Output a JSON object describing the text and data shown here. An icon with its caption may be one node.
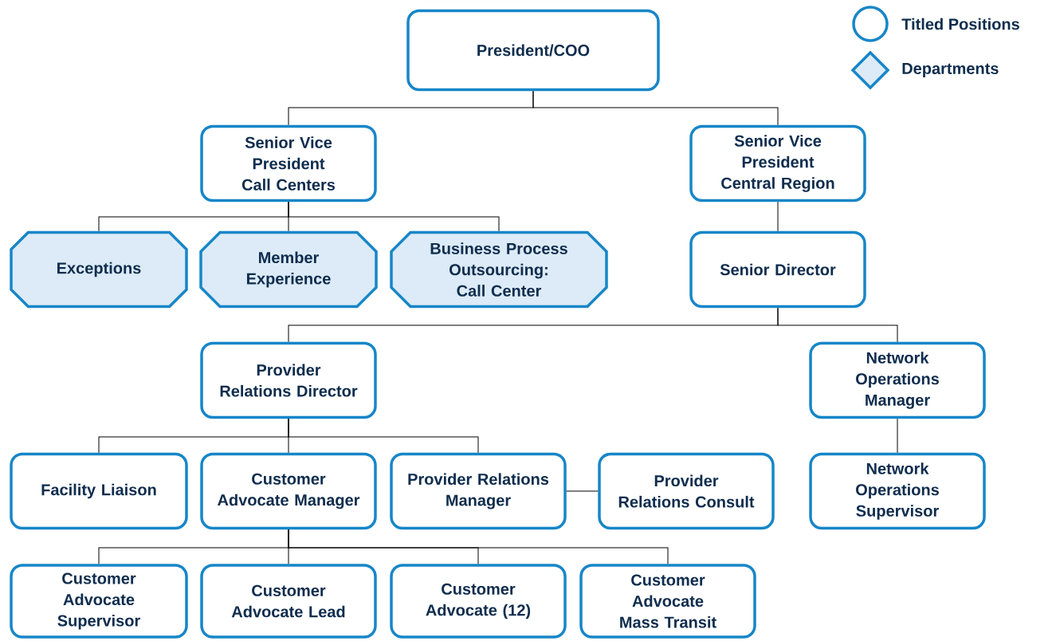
{
  "diagram": {
    "nodes": [
      {
        "text": [
          "President/COO"
        ]
      },
      {
        "text": [
          "Senior Vice President Call Centers"
        ]
      },
      {
        "text": [
          "Senior Vice President Central Region"
        ]
      },
      {
        "text": [
          "Exceptions"
        ]
      },
      {
        "text": [
          "Member Experience"
        ]
      },
      {
        "text": [
          "Business Process Outsourcing: Call Center"
        ]
      },
      {
        "text": [
          "Senior Director"
        ]
      },
      {
        "text": [
          "Provider Relations Director"
        ]
      },
      {
        "text": [
          "Network Operations Manager"
        ]
      },
      {
        "text": [
          "Facility Liaison"
        ]
      },
      {
        "text": [
          "Customer Advocate Manager"
        ]
      },
      {
        "text": [
          "Provider Relations Manager"
        ]
      },
      {
        "text": [
          "Provider Relations Consult"
        ]
      },
      {
        "text": [
          "Network Operations Supervisor"
        ]
      },
      {
        "text": [
          "Customer Advocate Supervisor"
        ]
      },
      {
        "text": [
          "Customer Advocate Lead"
        ]
      },
      {
        "text": [
          "Customer Advocate (12)"
        ]
      },
      {
        "text": [
          "Customer Advocate Mass Transit"
        ]
      }
    ],
    "edges": [
      {
        "from": 0,
        "to": 1,
        "arrow": "none"
      },
      {
        "from": 0,
        "to": 2,
        "arrow": "none"
      },
      {
        "from": 1,
        "to": 3,
        "arrow": "none"
      },
      {
        "from": 1,
        "to": 4,
        "arrow": "none"
      },
      {
        "from": 1,
        "to": 5,
        "arrow": "none"
      },
      {
        "from": 2,
        "to": 6,
        "arrow": "none"
      },
      {
        "from": 6,
        "to": 7,
        "arrow": "none"
      },
      {
        "from": 6,
        "to": 8,
        "arrow": "none"
      },
      {
        "from": 7,
        "to": 9,
        "arrow": "none"
      },
      {
        "from": 7,
        "to": 10,
        "arrow": "none"
      },
      {
        "from": 7,
        "to": 11,
        "arrow": "none"
      },
      {
        "from": 11,
        "to": 12,
        "arrow": "none"
      },
      {
        "from": 8,
        "to": 13,
        "arrow": "none"
      },
      {
        "from": 10,
        "to": 14,
        "arrow": "none"
      },
      {
        "from": 10,
        "to": 15,
        "arrow": "none"
      },
      {
        "from": 10,
        "to": 16,
        "arrow": "none"
      },
      {
        "from": 10,
        "to": 17,
        "arrow": "none"
      }
    ],
    "legend": [
      {
        "text": "Titled Positions"
      },
      {
        "text": "Departments"
      }
    ]
  }
}
